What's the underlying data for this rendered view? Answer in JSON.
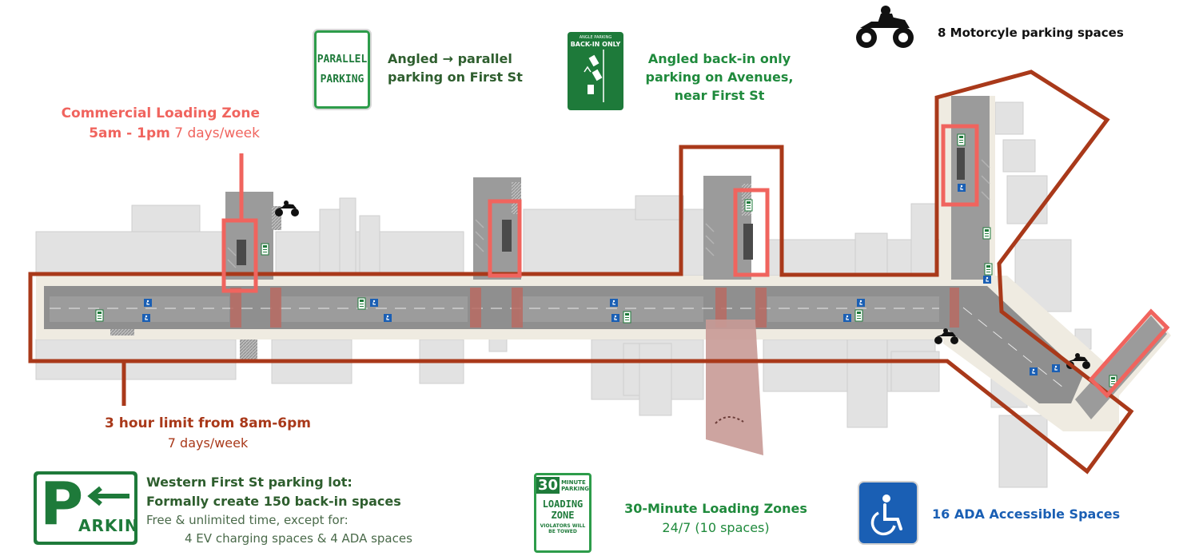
{
  "legend": {
    "parallel": {
      "sign_line1": "PARALLEL",
      "sign_line2": "PARKING",
      "line1": "Angled → parallel",
      "line2": "parking on First St"
    },
    "backin": {
      "sign_title": "ANGLE PARKING",
      "sign_subtitle": "BACK-IN ONLY",
      "line1": "Angled back-in only",
      "line2": "parking on Avenues,",
      "line3": "near First St"
    },
    "motorcycle": {
      "label": "8 Motorcyle parking spaces",
      "icon": "motorcycle-icon"
    },
    "commercial": {
      "line1": "Commercial Loading Zone",
      "line2_bold": "5am - 1pm",
      "line2_rest": " 7 days/week"
    },
    "time_limit": {
      "line1": "3 hour limit from 8am-6pm",
      "line2": "7 days/week"
    },
    "lot": {
      "sign_letter": "P",
      "sign_text": "ARKING",
      "line1": "Western First St parking lot:",
      "line2": "Formally create 150 back-in spaces",
      "line3": "Free & unlimited time, except for:",
      "line4": "4 EV charging spaces & 4 ADA spaces"
    },
    "loading30": {
      "sign_num": "30",
      "sign_minute": "MINUTE",
      "sign_parking": "PARKING",
      "sign_loading": "LOADING",
      "sign_zone": "ZONE",
      "sign_violators": "VIOLATORS WILL",
      "sign_towed": "BE TOWED",
      "line1": "30-Minute Loading Zones",
      "line2": "24/7 (10 spaces)"
    },
    "ada": {
      "label": "16 ADA Accessible Spaces",
      "icon": "wheelchair-icon"
    }
  },
  "colors": {
    "dark_green": "#2e5e2e",
    "bright_green": "#1f8a3c",
    "coral": "#f0645e",
    "brown": "#a9391a",
    "ada_blue": "#1a5fb4",
    "road": "#9b9b9b",
    "building": "#e2e2e2",
    "sidewalk": "#efebe1",
    "plaza": "#c89a96"
  }
}
